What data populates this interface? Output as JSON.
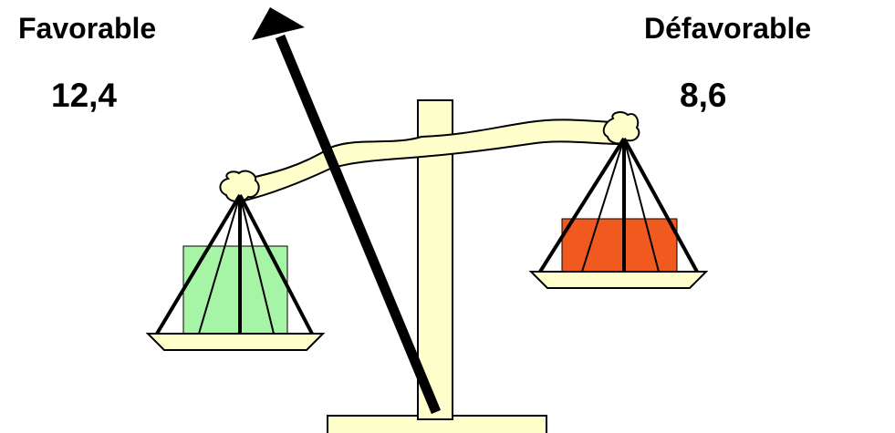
{
  "left_pan": {
    "label": "Favorable",
    "value": "12,4",
    "weight_color": "#a6f5a6"
  },
  "right_pan": {
    "label": "Défavorable",
    "value": "8,6",
    "weight_color": "#f05a1e"
  },
  "colors": {
    "structure_fill": "#ffffcc",
    "outline": "#000000",
    "arrow": "#000000",
    "background": "#ffffff"
  },
  "arrow": {
    "direction": "up-left"
  }
}
